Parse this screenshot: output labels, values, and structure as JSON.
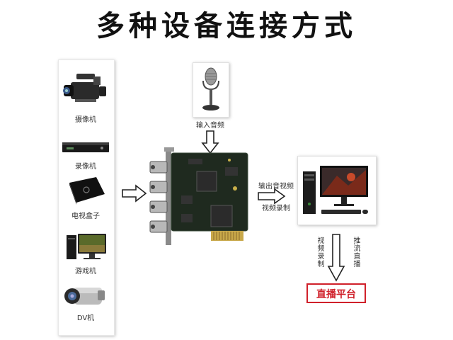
{
  "title": "多种设备连接方式",
  "devices": [
    {
      "label": "摄像机",
      "icon": "camcorder-icon"
    },
    {
      "label": "录像机",
      "icon": "dvr-icon"
    },
    {
      "label": "电视盒子",
      "icon": "tv-box-icon"
    },
    {
      "label": "游戏机",
      "icon": "game-console-icon"
    },
    {
      "label": "DV机",
      "icon": "dv-camera-icon"
    }
  ],
  "audio_input_label": "输入音频",
  "output_labels": {
    "line1": "输出音视频",
    "line2": "视频录制"
  },
  "pc_side_labels": {
    "left": "视频录制",
    "right": "推流直播"
  },
  "platform_label": "直播平台",
  "colors": {
    "accent_red": "#d0202a",
    "arrow_stroke": "#222222",
    "pcb_green": "#1f2a1f"
  }
}
